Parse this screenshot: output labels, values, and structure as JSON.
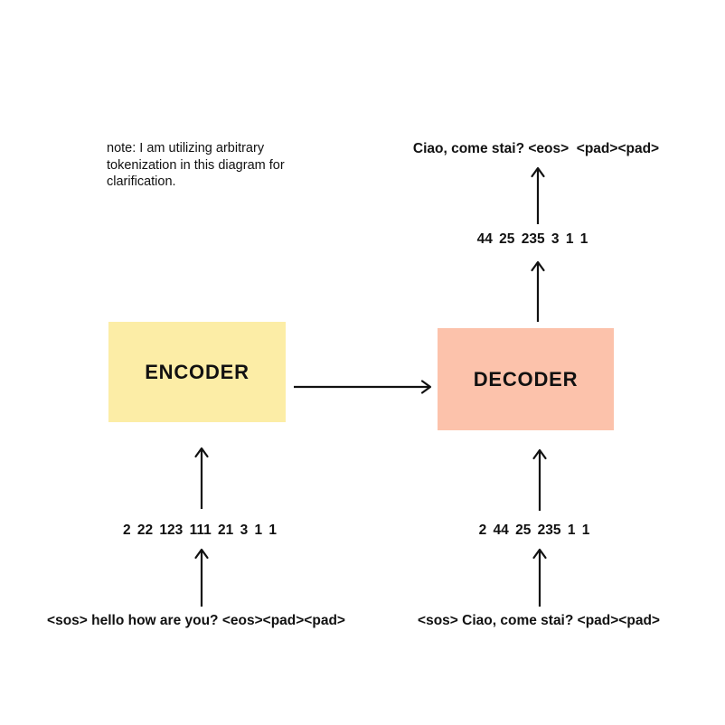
{
  "note": {
    "text": "note: I am utilizing arbitrary tokenization in this diagram for clarification."
  },
  "encoder": {
    "label": "ENCODER",
    "fill_color": "#FCEDA6",
    "input_tokens": "2 22 123 111 21 3 1 1",
    "input_sentence": "<sos> hello how are you? <eos><pad><pad>"
  },
  "decoder": {
    "label": "DECODER",
    "fill_color": "#FCC2AB",
    "input_tokens": "2 44 25 235 1 1",
    "input_sentence": "<sos> Ciao, come stai? <pad><pad>",
    "output_tokens": "44 25 235 3 1 1",
    "output_sentence": "Ciao, come stai? <eos>  <pad><pad>"
  },
  "colors": {
    "background": "#FFFFFF",
    "text": "#111111",
    "arrow": "#111111"
  }
}
